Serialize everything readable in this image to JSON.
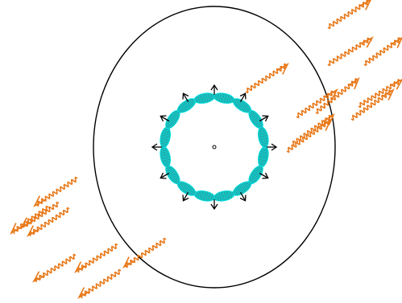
{
  "diagram": {
    "colors": {
      "background": "#ffffff",
      "ellipse_stroke": "#000000",
      "ring_fill": "#00e5e5",
      "ring_stripe": "#555555",
      "arrow": "#000000",
      "photon": "#e87818",
      "center_dot": "#000000"
    },
    "ring_arrow_count": 12,
    "ring_lobe_count": 16,
    "photon_count": 18
  }
}
